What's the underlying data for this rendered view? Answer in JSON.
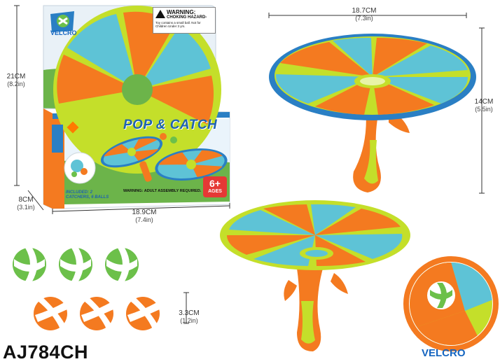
{
  "product": {
    "title": "POP & CATCH",
    "model_code": "AJ784CH",
    "feature_label": "VELCRO",
    "age_badge": "6+",
    "age_badge_sub": "AGES",
    "warning_title": "WARNING:",
    "warning_sub": "CHOKING HAZARD-",
    "warning_text": "Toy contains a small ball. Not for Children Under 3 yrs.",
    "included_text": "INCLUDED: 2 CATCHERS, 6 BALLS",
    "assembly_text": "WARNING: ADULT ASSEMBLY REQUIRED."
  },
  "dimensions": {
    "box_height": {
      "metric": "21CM",
      "imperial": "(8.2in)"
    },
    "box_depth": {
      "metric": "8CM",
      "imperial": "(3.1in)"
    },
    "box_width": {
      "metric": "18.9CM",
      "imperial": "(7.4in)"
    },
    "catcher_diameter": {
      "metric": "18.7CM",
      "imperial": "(7.3in)"
    },
    "catcher_height": {
      "metric": "14CM",
      "imperial": "(5.5in)"
    },
    "ball_diameter": {
      "metric": "3.3CM",
      "imperial": "(1.2in)"
    }
  },
  "colors": {
    "orange": "#f47a20",
    "teal": "#5ec3d6",
    "lime": "#c4df2a",
    "blue_rim": "#2a7fc4",
    "green_ball": "#6cc04a"
  },
  "balls": {
    "green_count": 3,
    "orange_count": 3
  }
}
